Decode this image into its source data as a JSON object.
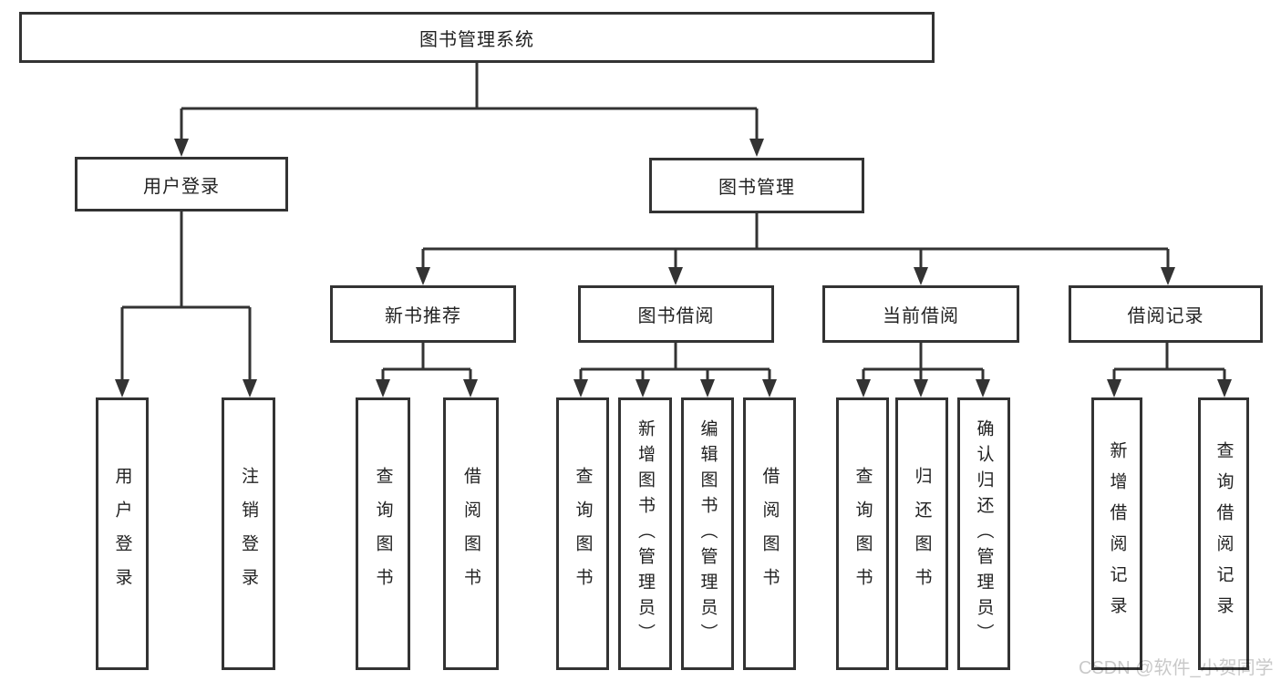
{
  "diagram": {
    "root": {
      "label": "图书管理系统"
    },
    "branches": [
      {
        "label": "用户登录",
        "children": [
          {
            "label": "用户登录"
          },
          {
            "label": "注销登录"
          }
        ]
      },
      {
        "label": "图书管理",
        "children": [
          {
            "label": "新书推荐",
            "children": [
              {
                "label": "查询图书"
              },
              {
                "label": "借阅图书"
              }
            ]
          },
          {
            "label": "图书借阅",
            "children": [
              {
                "label": "查询图书"
              },
              {
                "label": "新增图书（管理员）"
              },
              {
                "label": "编辑图书（管理员）"
              },
              {
                "label": "借阅图书"
              }
            ]
          },
          {
            "label": "当前借阅",
            "children": [
              {
                "label": "查询图书"
              },
              {
                "label": "归还图书"
              },
              {
                "label": "确认归还（管理员）"
              }
            ]
          },
          {
            "label": "借阅记录",
            "children": [
              {
                "label": "新增借阅记录"
              },
              {
                "label": "查询借阅记录"
              }
            ]
          }
        ]
      }
    ],
    "watermark": "CSDN @软件_小贺同学",
    "colors": {
      "line": "#333333",
      "text": "#222222",
      "background": "#ffffff",
      "watermark": "#c9c9c9"
    }
  }
}
